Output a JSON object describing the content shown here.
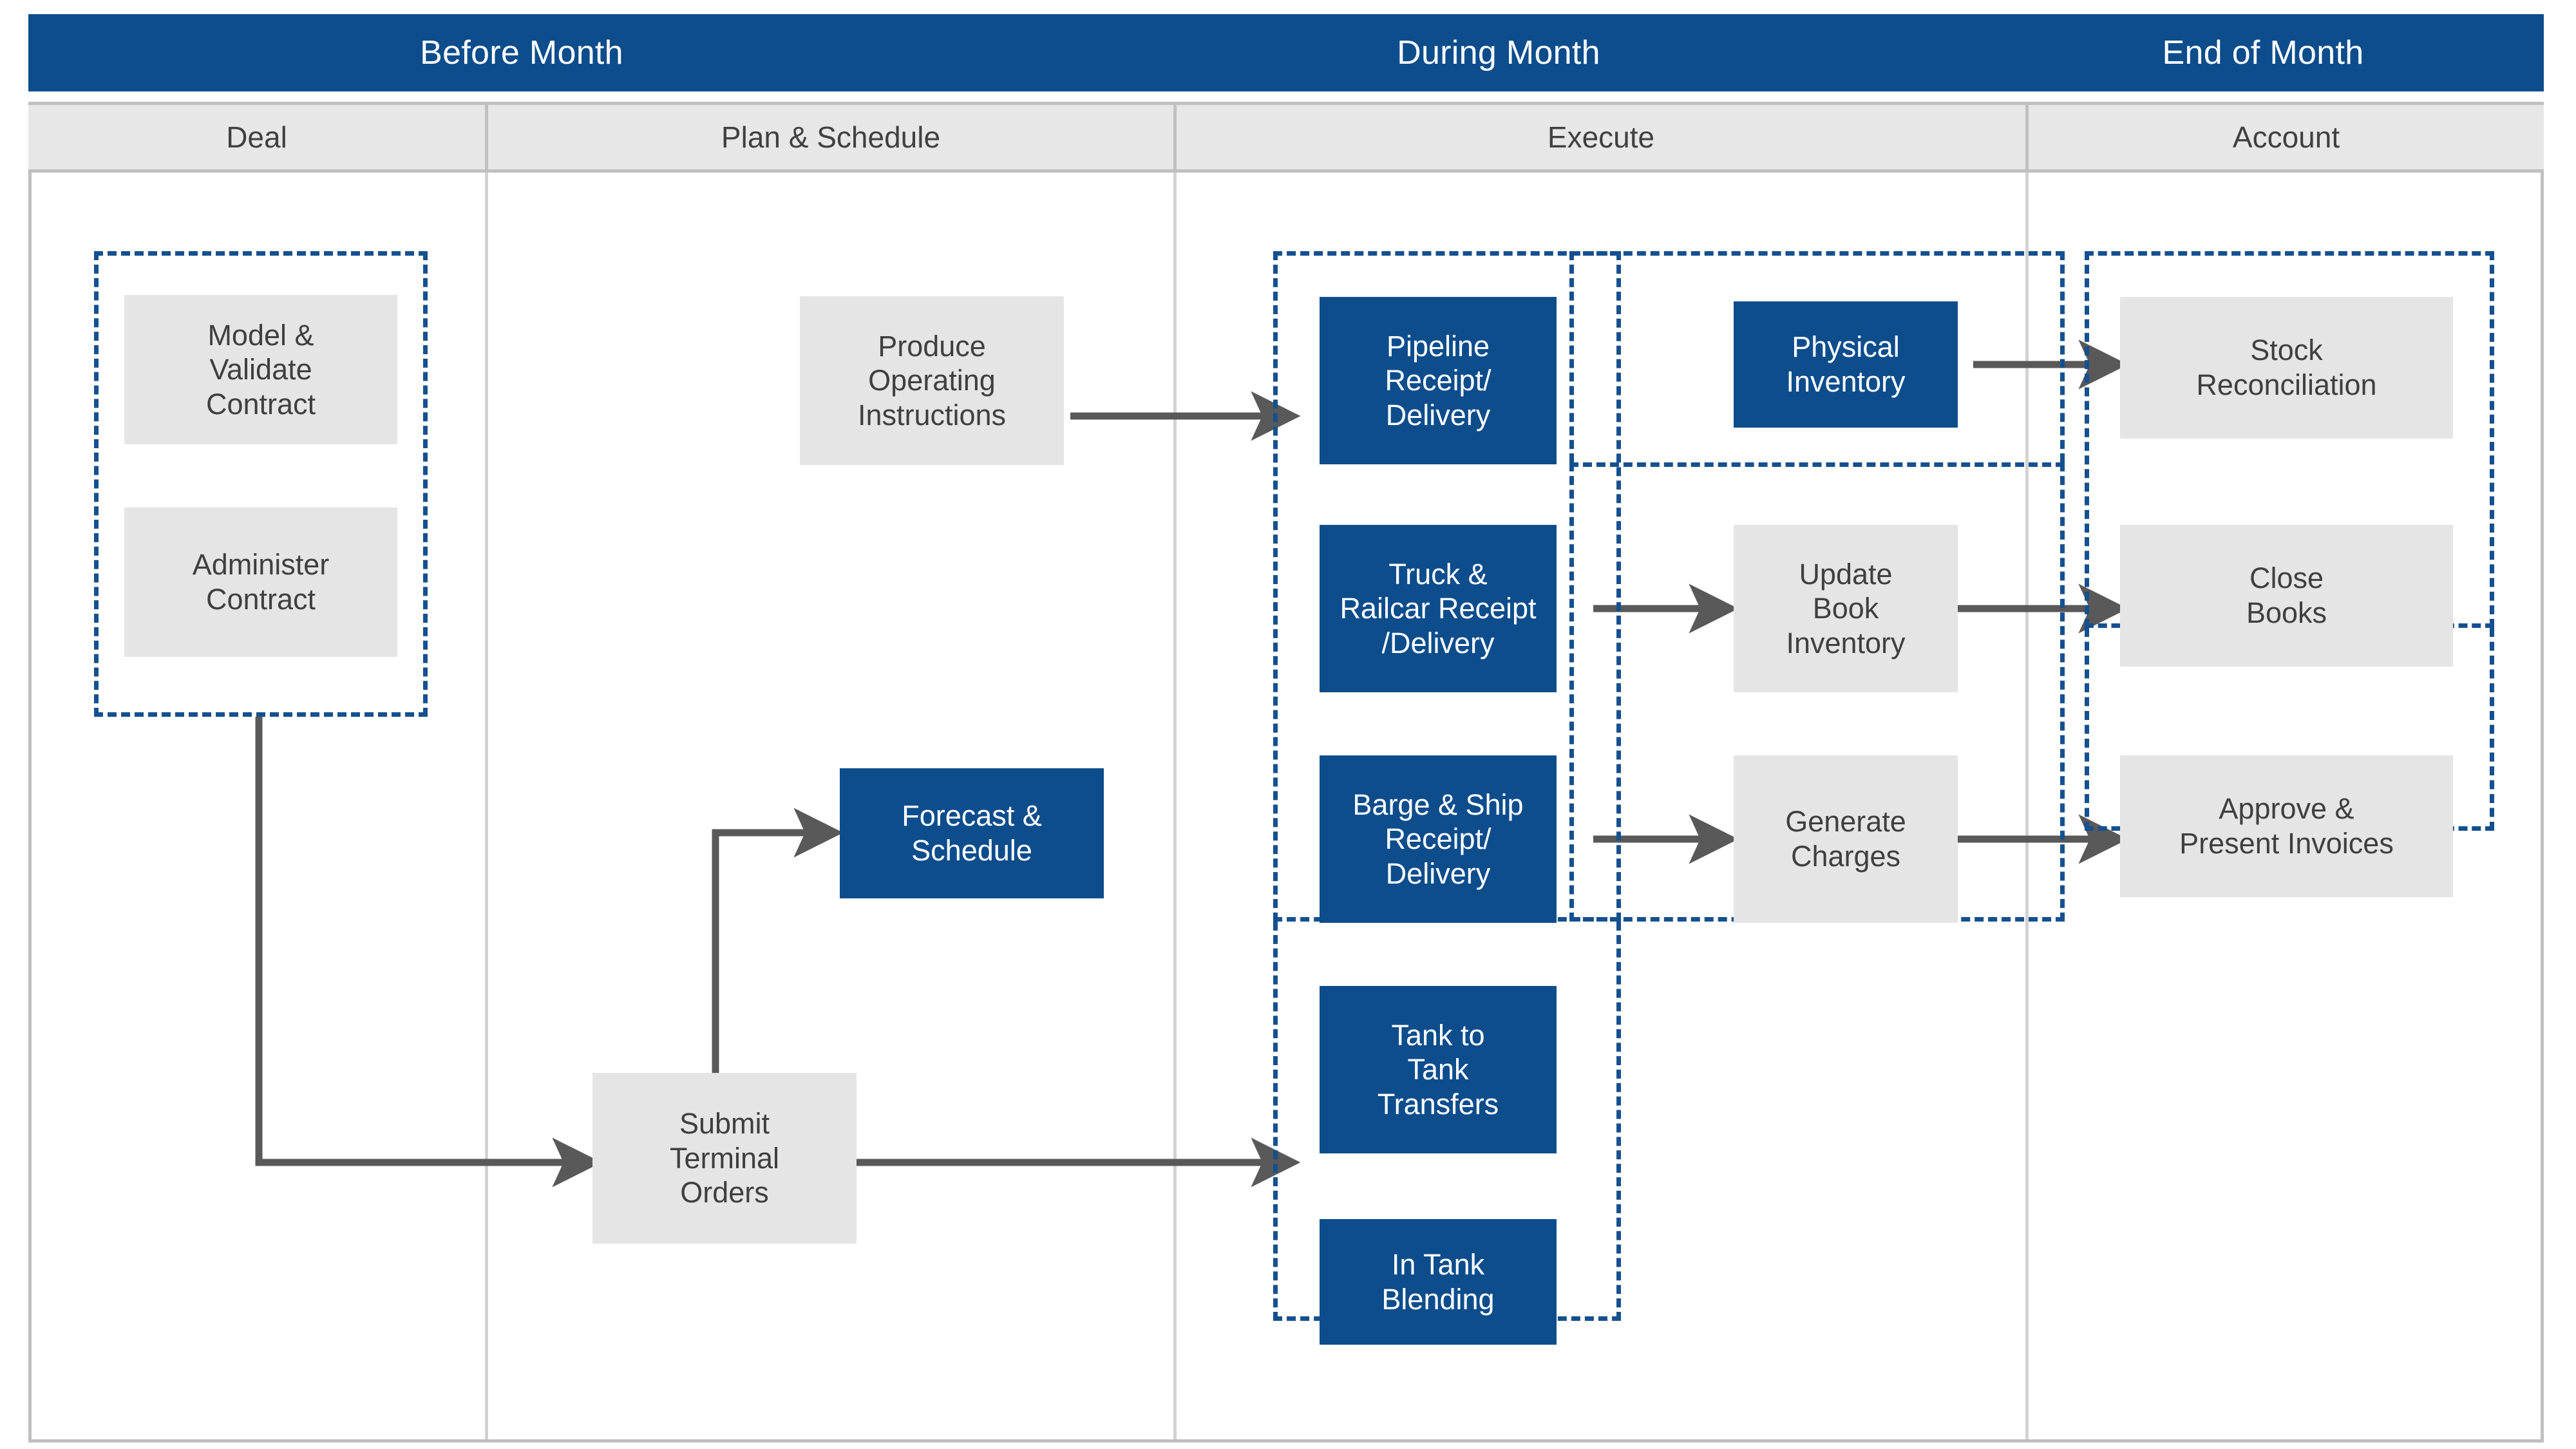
{
  "colors": {
    "brand_blue": "#0d4d8c",
    "group_dash_blue": "#15508f",
    "node_gray": "#e5e5e5",
    "header_gray": "#e7e7e7",
    "connector_gray": "#595959",
    "frame_gray": "#c0c0c0"
  },
  "phases": [
    {
      "label": "Before Month"
    },
    {
      "label": "During Month"
    },
    {
      "label": "End of Month"
    }
  ],
  "lanes": [
    {
      "label": "Deal"
    },
    {
      "label": "Plan & Schedule"
    },
    {
      "label": "Execute"
    },
    {
      "label": "Account"
    }
  ],
  "nodes": {
    "model_validate_contract": {
      "label": "Model &\nValidate\nContract",
      "style": "gray",
      "lane": "Deal"
    },
    "administer_contract": {
      "label": "Administer\nContract",
      "style": "gray",
      "lane": "Deal"
    },
    "produce_operating_instructions": {
      "label": "Produce\nOperating\nInstructions",
      "style": "gray",
      "lane": "Plan & Schedule"
    },
    "forecast_schedule": {
      "label": "Forecast &\nSchedule",
      "style": "blue",
      "lane": "Plan & Schedule"
    },
    "submit_terminal_orders": {
      "label": "Submit\nTerminal\nOrders",
      "style": "gray",
      "lane": "Plan & Schedule"
    },
    "pipeline_receipt_delivery": {
      "label": "Pipeline\nReceipt/\nDelivery",
      "style": "blue",
      "lane": "Execute"
    },
    "truck_railcar_receipt_delivery": {
      "label": "Truck &\nRailcar Receipt\n/Delivery",
      "style": "blue",
      "lane": "Execute"
    },
    "barge_ship_receipt_delivery": {
      "label": "Barge & Ship\nReceipt/\nDelivery",
      "style": "blue",
      "lane": "Execute"
    },
    "tank_to_tank_transfers": {
      "label": "Tank to\nTank\nTransfers",
      "style": "blue",
      "lane": "Execute"
    },
    "in_tank_blending": {
      "label": "In Tank\nBlending",
      "style": "blue",
      "lane": "Execute"
    },
    "physical_inventory": {
      "label": "Physical\nInventory",
      "style": "blue",
      "lane": "Execute"
    },
    "update_book_inventory": {
      "label": "Update\nBook\nInventory",
      "style": "gray",
      "lane": "Execute"
    },
    "generate_charges": {
      "label": "Generate\nCharges",
      "style": "gray",
      "lane": "Execute"
    },
    "stock_reconciliation": {
      "label": "Stock\nReconciliation",
      "style": "gray",
      "lane": "Account"
    },
    "close_books": {
      "label": "Close\nBooks",
      "style": "gray",
      "lane": "Account"
    },
    "approve_present_invoices": {
      "label": "Approve &\nPresent Invoices",
      "style": "gray",
      "lane": "Account"
    }
  },
  "groups": [
    {
      "name": "deal-group"
    },
    {
      "name": "execute-movements-group"
    },
    {
      "name": "execute-inventory-group"
    },
    {
      "name": "account-group"
    }
  ],
  "flows": [
    {
      "from": "produce_operating_instructions",
      "to": "pipeline_receipt_delivery"
    },
    {
      "from": "administer_contract",
      "to": "submit_terminal_orders"
    },
    {
      "from": "submit_terminal_orders",
      "to": "forecast_schedule"
    },
    {
      "from": "submit_terminal_orders",
      "to": "execute-movements-group"
    },
    {
      "from": "physical_inventory",
      "to": "stock_reconciliation"
    },
    {
      "from": "truck_railcar_receipt_delivery",
      "to": "update_book_inventory"
    },
    {
      "from": "update_book_inventory",
      "to": "close_books"
    },
    {
      "from": "barge_ship_receipt_delivery",
      "to": "generate_charges"
    },
    {
      "from": "generate_charges",
      "to": "approve_present_invoices"
    }
  ]
}
